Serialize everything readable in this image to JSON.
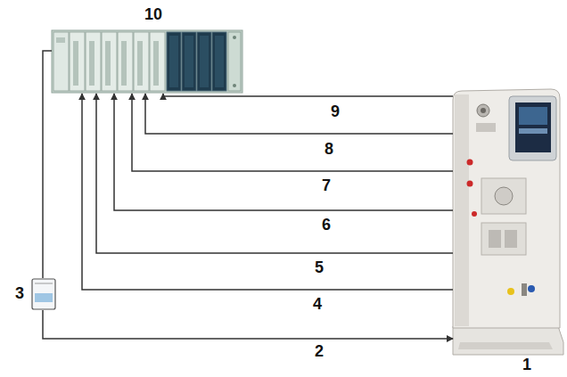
{
  "diagram": {
    "nodes": [
      {
        "text": [
          "10"
        ]
      },
      {
        "text": [
          "3"
        ]
      },
      {
        "text": [
          "1"
        ]
      }
    ],
    "edges": [
      {
        "from": 2,
        "to": 0,
        "arrow": "to",
        "label": "9"
      },
      {
        "from": 2,
        "to": 0,
        "arrow": "to",
        "label": "8"
      },
      {
        "from": 2,
        "to": 0,
        "arrow": "to",
        "label": "7"
      },
      {
        "from": 2,
        "to": 0,
        "arrow": "to",
        "label": "6"
      },
      {
        "from": 2,
        "to": 0,
        "arrow": "to",
        "label": "5"
      },
      {
        "from": 2,
        "to": 0,
        "arrow": "to",
        "label": "4"
      },
      {
        "from": 1,
        "to": 2,
        "arrow": "to",
        "label": "2"
      },
      {
        "from": 0,
        "to": 1,
        "arrow": "none"
      }
    ]
  }
}
